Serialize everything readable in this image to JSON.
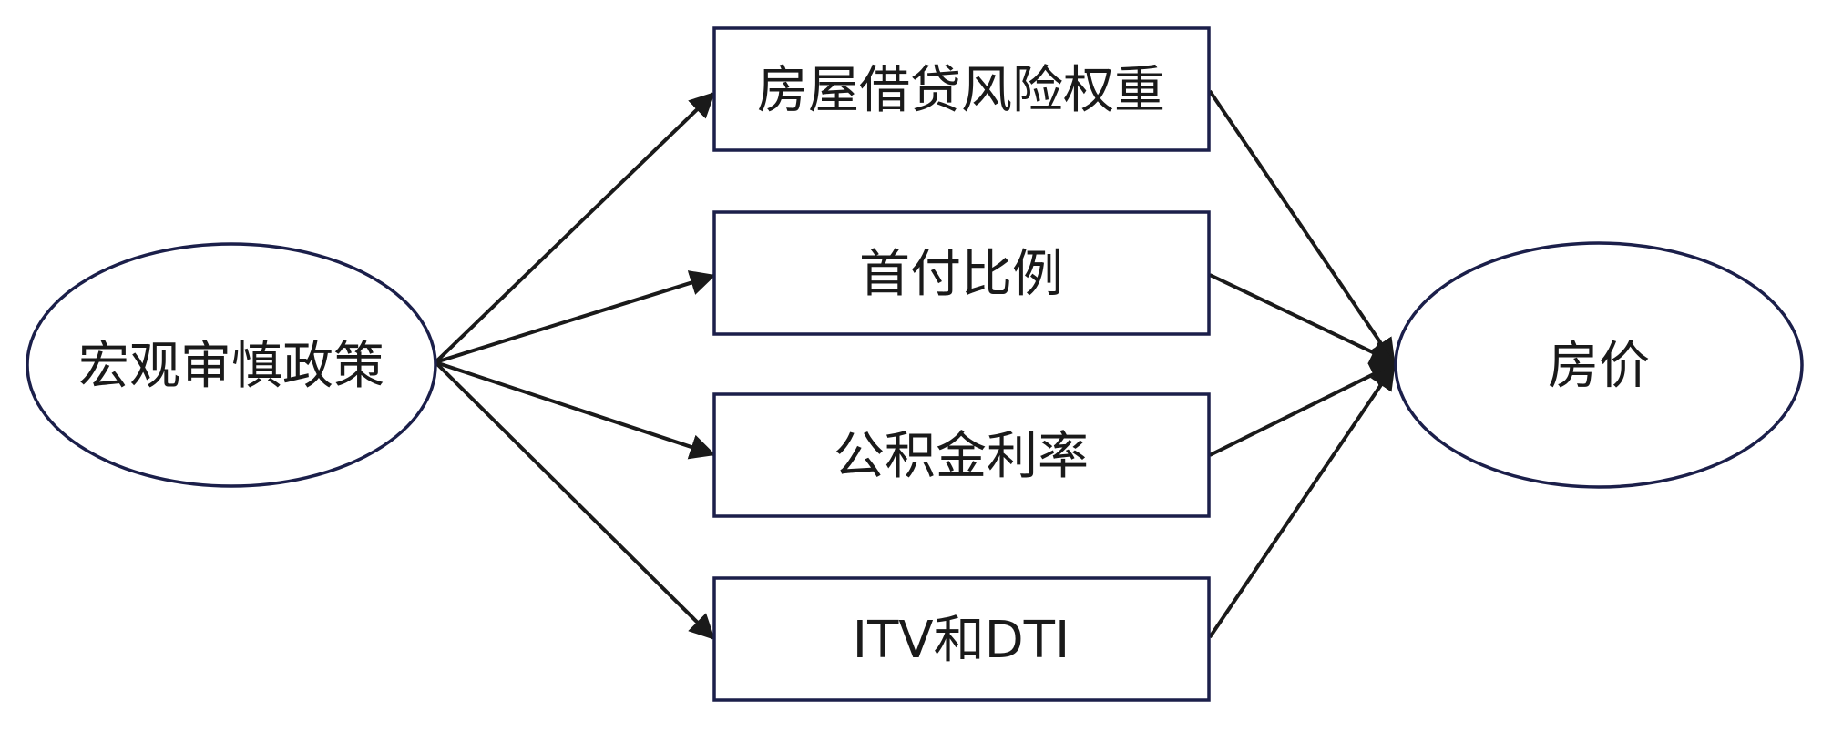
{
  "nodes": {
    "source": "宏观审慎政策",
    "target": "房价",
    "mid_1": "房屋借贷风险权重",
    "mid_2": "首付比例",
    "mid_3": "公积金利率",
    "mid_4": "ITV和DTI"
  },
  "edges": [
    {
      "from": "source",
      "to": "mid_1"
    },
    {
      "from": "source",
      "to": "mid_2"
    },
    {
      "from": "source",
      "to": "mid_3"
    },
    {
      "from": "source",
      "to": "mid_4"
    },
    {
      "from": "mid_1",
      "to": "target"
    },
    {
      "from": "mid_2",
      "to": "target"
    },
    {
      "from": "mid_3",
      "to": "target"
    },
    {
      "from": "mid_4",
      "to": "target"
    }
  ],
  "colors": {
    "border": "#1b1f4a",
    "arrow": "#1a1a1a",
    "text": "#1a1a1a"
  }
}
